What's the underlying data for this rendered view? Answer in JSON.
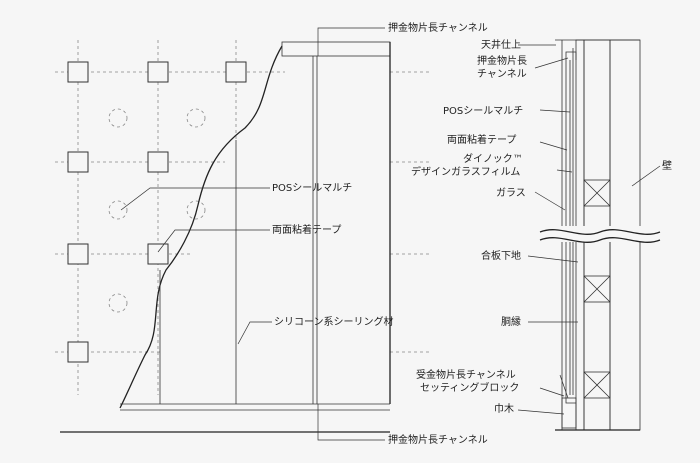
{
  "labels": {
    "top_channel": "押金物片長チャンネル",
    "bottom_channel": "押金物片長チャンネル",
    "pos_seal_left": "POSシールマルチ",
    "double_tape_left": "両面粘着テープ",
    "silicone": "シリコーン系シーリング材",
    "ceiling": "天井仕上",
    "top_channel_right_1": "押金物片長",
    "top_channel_right_2": "チャンネル",
    "pos_seal_right": "POSシールマルチ",
    "double_tape_right": "両面粘着テープ",
    "dainoc_1": "ダイノック™",
    "dainoc_2": "デザインガラスフィルム",
    "glass": "ガラス",
    "plywood": "合板下地",
    "furring": "胴縁",
    "receiving_channel": "受金物片長チャンネル",
    "setting_block": "セッティングブロック",
    "baseboard": "巾木",
    "wall": "壁"
  }
}
